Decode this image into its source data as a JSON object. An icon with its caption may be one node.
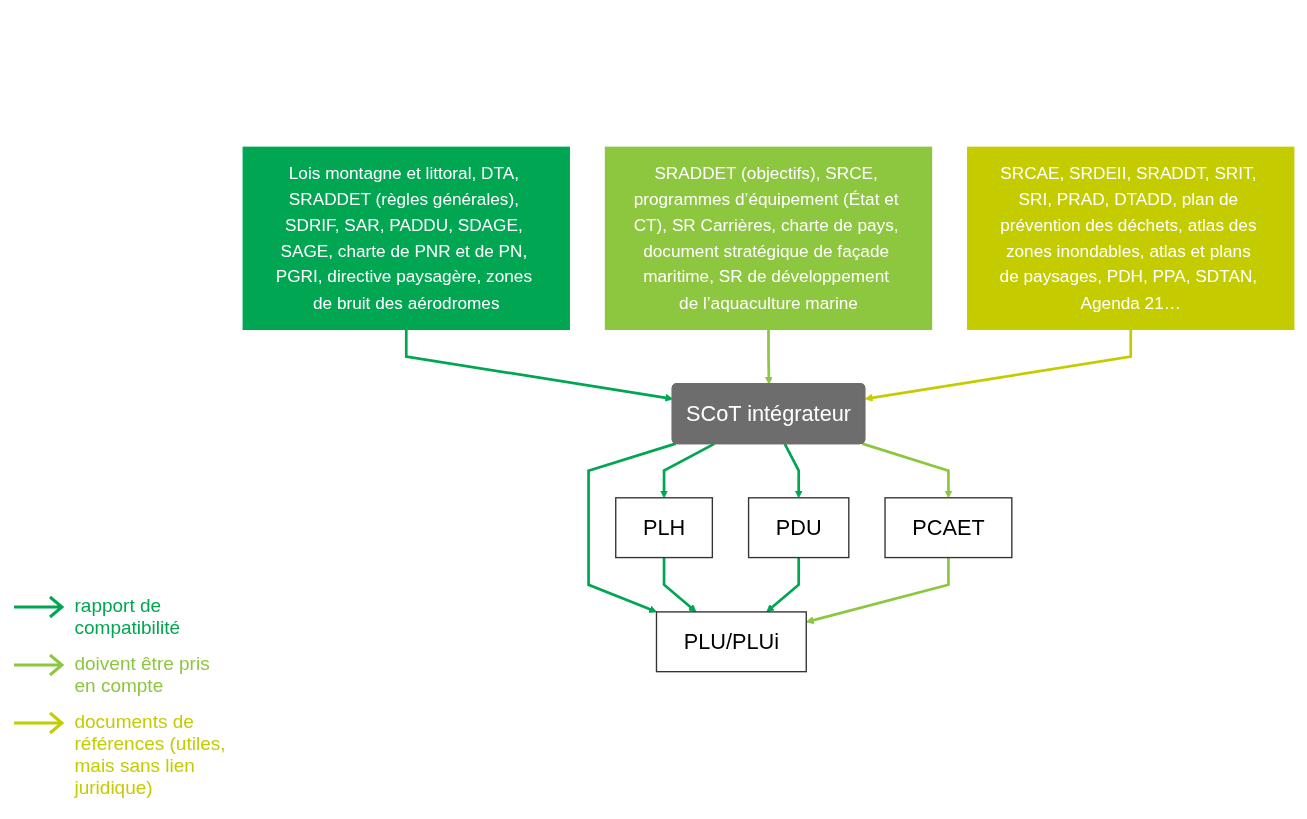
{
  "diagram": {
    "nodes": [
      {
        "text": [
          "Lois montagne et littoral, DTA, SRADDET (règles générales), SDRIF, SAR, PADDU, SDAGE, SAGE, charte de PNR et de PN, PGRI, directive paysagère, zones de bruit des aérodromes"
        ]
      },
      {
        "text": [
          "SRADDET (objectifs), SRCE, programmes d’équipement (État et CT), SR Carrières, charte de pays, document stratégique de façade maritime, SR de développement de l’aquaculture marine"
        ]
      },
      {
        "text": [
          "SRCAE, SRDEII, SRADDT, SRIT, SRI, PRAD, DTADD, plan de prévention des déchets, atlas des zones inondables, atlas et plans de paysages, PDH, PPA, SDTAN, Agenda 21…"
        ]
      },
      {
        "text": [
          "SCoT intégrateur"
        ]
      },
      {
        "text": [
          "PLH"
        ]
      },
      {
        "text": [
          "PDU"
        ]
      },
      {
        "text": [
          "PCAET"
        ]
      },
      {
        "text": [
          "PLU/PLUi"
        ]
      }
    ],
    "edges": [
      {
        "from": 0,
        "to": 3,
        "arrow": "to"
      },
      {
        "from": 1,
        "to": 3,
        "arrow": "to",
        "color": "#8dc63f"
      },
      {
        "from": 2,
        "to": 3,
        "arrow": "to",
        "color": "#c4cc00"
      },
      {
        "from": 3,
        "to": 4,
        "arrow": "to"
      },
      {
        "from": 3,
        "to": 5,
        "arrow": "to"
      },
      {
        "from": 3,
        "to": 7,
        "arrow": "to"
      },
      {
        "from": 3,
        "to": 6,
        "arrow": "to",
        "color": "#8dc63f"
      },
      {
        "from": 4,
        "to": 7,
        "arrow": "to"
      },
      {
        "from": 5,
        "to": 7,
        "arrow": "to"
      },
      {
        "from": 6,
        "to": 7,
        "arrow": "to",
        "color": "#8dc63f"
      }
    ],
    "legend": [
      {
        "text": "rapport de compatibilité"
      },
      {
        "text": "doivent être pris en compte"
      },
      {
        "text": "documents de références (utiles, mais sans lien juridique)"
      }
    ]
  }
}
